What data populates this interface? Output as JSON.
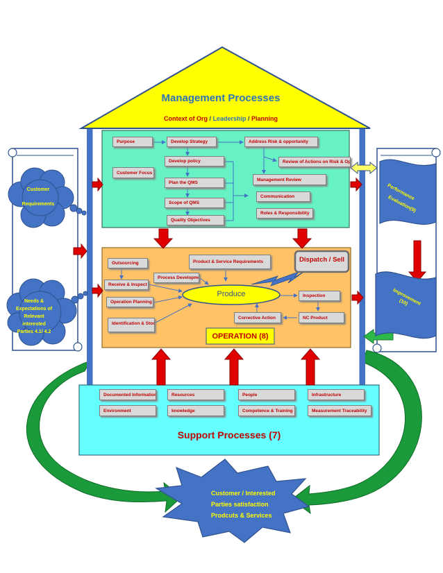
{
  "roof": {
    "title": "Management Processes",
    "subtitle_parts": [
      {
        "text": "Context of Org",
        "color": "#c00000"
      },
      {
        "text": " / ",
        "color": "#1f3864"
      },
      {
        "text": "Leadership",
        "color": "#2e75b6"
      },
      {
        "text": " / ",
        "color": "#1f3864"
      },
      {
        "text": "Planning",
        "color": "#c00000"
      }
    ]
  },
  "management_boxes": [
    "Purpose",
    "Develop Strategy",
    "Address Risk & opportunity",
    "Customer Focus",
    "Develop policy",
    "Review of Actions on Risk & Opp",
    "Plan the QMS",
    "Management Review",
    "Communication",
    "Scope of QMS",
    "Roles & Responsibility",
    "Quality Objectives"
  ],
  "operation": {
    "boxes": [
      "Outsourcing",
      "Product & Service Requirements",
      "Process Development",
      "Receive & Inspect",
      "Operation Planning",
      "Identification & Storage",
      "Inspection",
      "Corrective Action",
      "NC Product"
    ],
    "produce": "Produce",
    "dispatch": "Dispatch / Sell",
    "title": "OPERATION (8)"
  },
  "support": {
    "boxes": [
      "Documented Information",
      "Resources",
      "People",
      "Infrastructure",
      "Environment",
      "knowledge",
      "Competence & Training",
      "Measurement Traceability"
    ],
    "title": "Support Processes (7)"
  },
  "left_clouds": {
    "customer": [
      "Customer",
      "Requirements"
    ],
    "needs": [
      "Needs &",
      "Expectations of",
      "Relevant",
      "interested",
      "Parties 4.1/ 4.2"
    ]
  },
  "right_flags": {
    "performance": [
      "Performance",
      "Evaluation(9)"
    ],
    "improvement": [
      "Improvement",
      "(10)"
    ]
  },
  "star": [
    "Customer / Interested",
    "Parties  satisfaction",
    "Prodcuts & Services"
  ],
  "colors": {
    "roof": "#ffff00",
    "roof_title": "#2e75b6",
    "management_bg": "#66f2c4",
    "operation_bg": "#ffc266",
    "support_bg": "#66ffff",
    "shape_blue": "#4472c4",
    "red_arrow": "#e00000",
    "green_arrow": "#1a9a3a",
    "box_text": "#c00000",
    "operation_title": "#c00000",
    "support_title": "#c00000"
  }
}
